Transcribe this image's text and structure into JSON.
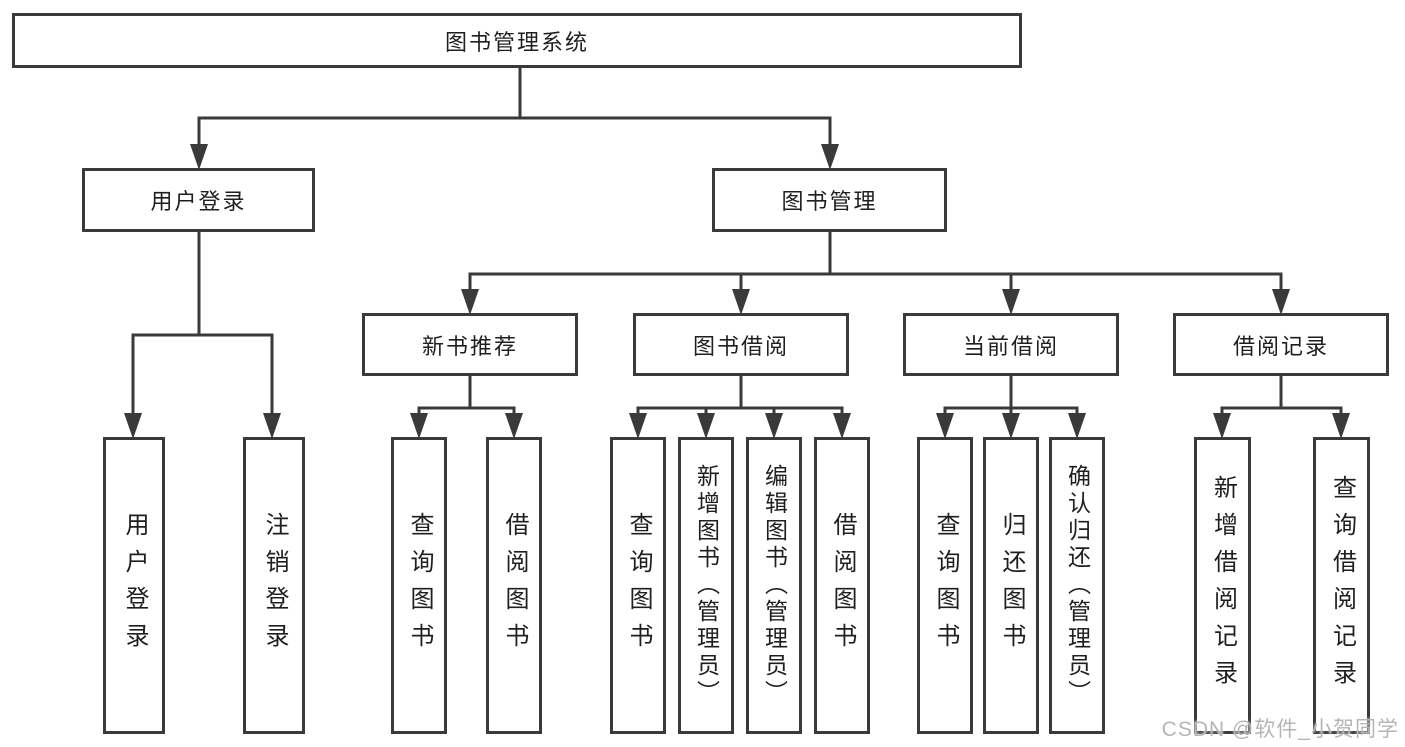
{
  "tree": {
    "label": "图书管理系统",
    "children": [
      {
        "label": "用户登录",
        "children": [
          {
            "label": "用户登录"
          },
          {
            "label": "注销登录"
          }
        ]
      },
      {
        "label": "图书管理",
        "children": [
          {
            "label": "新书推荐",
            "children": [
              {
                "label": "查询图书"
              },
              {
                "label": "借阅图书"
              }
            ]
          },
          {
            "label": "图书借阅",
            "children": [
              {
                "label": "查询图书"
              },
              {
                "label": "新增图书（管理员）"
              },
              {
                "label": "编辑图书（管理员）"
              },
              {
                "label": "借阅图书"
              }
            ]
          },
          {
            "label": "当前借阅",
            "children": [
              {
                "label": "查询图书"
              },
              {
                "label": "归还图书"
              },
              {
                "label": "确认归还（管理员）"
              }
            ]
          },
          {
            "label": "借阅记录",
            "children": [
              {
                "label": "新增借阅记录"
              },
              {
                "label": "查询借阅记录"
              }
            ]
          }
        ]
      }
    ]
  },
  "watermark": {
    "text": "CSDN @软件_小贺同学"
  },
  "colors": {
    "line": "#3a3a3c",
    "box_border": "#3a3a3c",
    "text": "#1f1f1f",
    "background": "#ffffff",
    "watermark": "#b5b5b5"
  }
}
